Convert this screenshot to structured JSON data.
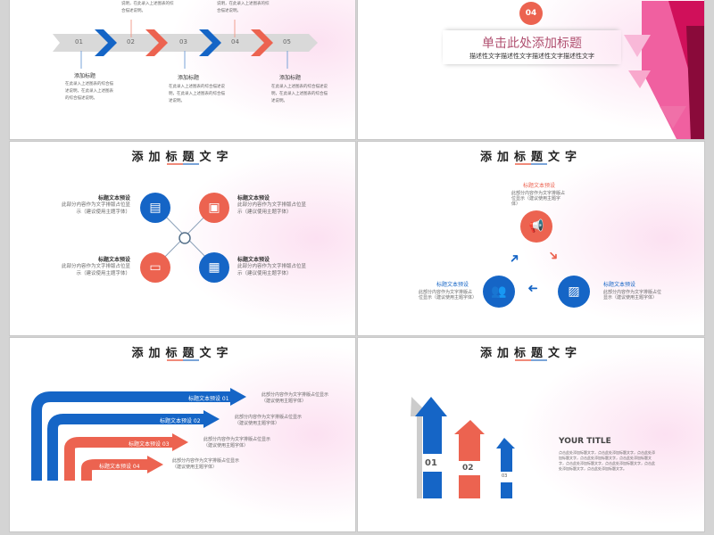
{
  "colors": {
    "blue": "#1565c6",
    "red": "#ec6350",
    "pink": "#e8107a"
  },
  "slide1": {
    "steps": [
      "01",
      "02",
      "03",
      "04",
      "05"
    ],
    "labels": [
      "添加标题",
      "添加标题",
      "添加标题"
    ],
    "desc": "在此录入上述图表的综合描述说明，在此录入上述图表的综合描述说明。",
    "top_desc": "说明，在此录入上述图表的综合描述说明。"
  },
  "slide2": {
    "badge": "04",
    "title": "单击此处添加标题",
    "subtitle": "描述性文字描述性文字描述性文字描述性文字"
  },
  "slide3": {
    "title": "添加标题文字",
    "items": [
      {
        "head": "标题文本预设",
        "desc1": "此部分内容作为文字排版占位显",
        "desc2": "示（建议使用主题字体）",
        "icon": "documents-icon"
      },
      {
        "head": "标题文本预设",
        "desc1": "此部分内容作为文字排版占位显",
        "desc2": "示（建议使用主题字体）",
        "icon": "gift-icon"
      },
      {
        "head": "标题文本预设",
        "desc1": "此部分内容作为文字排版占位显",
        "desc2": "示（建议使用主题字体）",
        "icon": "id-card-icon"
      },
      {
        "head": "标题文本预设",
        "desc1": "此部分内容作为文字排版占位显",
        "desc2": "示（建议使用主题字体）",
        "icon": "calendar-icon"
      }
    ]
  },
  "slide4": {
    "title": "添加标题文字",
    "items": [
      {
        "head": "标题文本预设",
        "desc1": "此部分内容作为文字排版占",
        "desc2": "位显示（建议使用主题字",
        "desc3": "体）",
        "icon": "megaphone-icon"
      },
      {
        "head": "标题文本预设",
        "desc1": "此部分内容作为文字排版占位",
        "desc2": "显示（建议使用主题字体）",
        "icon": "ticket-icon"
      },
      {
        "head": "标题文本预设",
        "desc1": "此部分内容作为文字排版占",
        "desc2": "位显示（建议使用主题字体）",
        "icon": "group-icon"
      }
    ]
  },
  "slide5": {
    "title": "添加标题文字",
    "arrows": [
      {
        "label": "标题文本预设 01",
        "desc1": "此部分内容作为文字排版占位显示",
        "desc2": "（建议使用主题字体）"
      },
      {
        "label": "标题文本预设 02",
        "desc1": "此部分内容作为文字排版占位显示",
        "desc2": "（建议使用主题字体）"
      },
      {
        "label": "标题文本预设 03",
        "desc1": "此部分内容作为文字排版占位显示",
        "desc2": "（建议使用主题字体）"
      },
      {
        "label": "标题文本预设 04",
        "desc1": "此部分内容作为文字排版占位显示",
        "desc2": "（建议使用主题字体）"
      }
    ]
  },
  "slide6": {
    "title": "添加标题文字",
    "bars": [
      "01",
      "02",
      "03"
    ],
    "heading": "YOUR TITLE",
    "body": "点击此处添加标题文字，点击此处添加标题文字，点击此处添加标题文字，点击此处添加标题文字，点击此处添加标题文字，点击此处添加标题文字，点击此处添加标题文字，点击此处添加标题文字，点击此处添加标题文字。"
  }
}
